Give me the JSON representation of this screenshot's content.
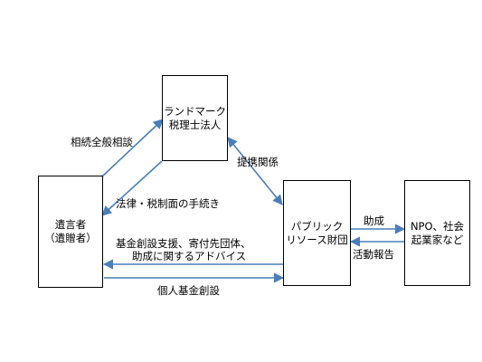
{
  "nodes": {
    "testator": {
      "line1": "遺言者",
      "line2": "（遺贈者）"
    },
    "tax_firm": {
      "line1": "ランドマーク",
      "line2": "税理士法人"
    },
    "foundation": {
      "line1": "パブリック",
      "line2": "リソース財団"
    },
    "npo": {
      "line1": "NPO、社会",
      "line2": "起業家など"
    }
  },
  "edges": {
    "consultation": "相続全般相談",
    "legal_tax": "法律・税制面の手続き",
    "partnership": "提携関係",
    "advice_line1": "基金創設支援、寄付先団体、",
    "advice_line2": "助成に関するアドバイス",
    "fund_creation": "個人基金創設",
    "grant": "助成",
    "activity_report": "活動報告"
  },
  "colors": {
    "arrow": "#4a7ebb",
    "border": "#000000"
  }
}
